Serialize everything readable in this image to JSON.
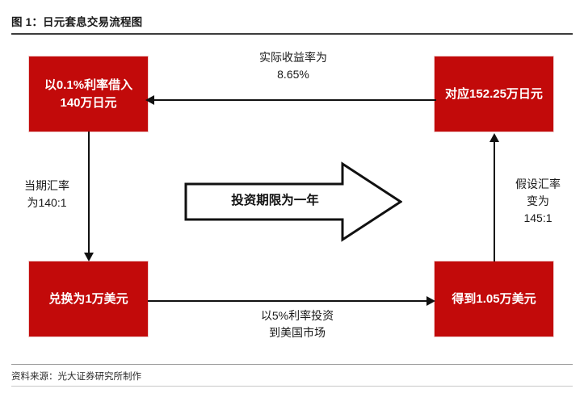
{
  "header": {
    "title": "图 1：日元套息交易流程图"
  },
  "footer": {
    "source": "资料来源：光大证券研究所制作"
  },
  "colors": {
    "box_fill": "#C20A0A",
    "box_text": "#FFFFFF",
    "line": "#111111",
    "title_rule": "#3C3C3C"
  },
  "diagram": {
    "type": "flowchart",
    "boxes": [
      {
        "id": "top-left",
        "text": "以0.1%利率借入140万日元"
      },
      {
        "id": "top-right",
        "text": "对应152.25万日元"
      },
      {
        "id": "bottom-left",
        "text": "兑换为1万美元"
      },
      {
        "id": "bottom-right",
        "text": "得到1.05万美元"
      }
    ],
    "edges": [
      {
        "id": "top",
        "label": "实际收益率为\n8.65%",
        "from": "top-right",
        "to": "top-left",
        "direction": "left"
      },
      {
        "id": "left",
        "label": "当期汇率\n为140:1",
        "from": "top-left",
        "to": "bottom-left",
        "direction": "down"
      },
      {
        "id": "bottom",
        "label": "以5%利率投资\n到美国市场",
        "from": "bottom-left",
        "to": "bottom-right",
        "direction": "right"
      },
      {
        "id": "right",
        "label": "假设汇率\n变为\n145:1",
        "from": "bottom-right",
        "to": "top-right",
        "direction": "up"
      }
    ],
    "center_arrow": {
      "label": "投资期限为一年",
      "direction": "right"
    }
  }
}
